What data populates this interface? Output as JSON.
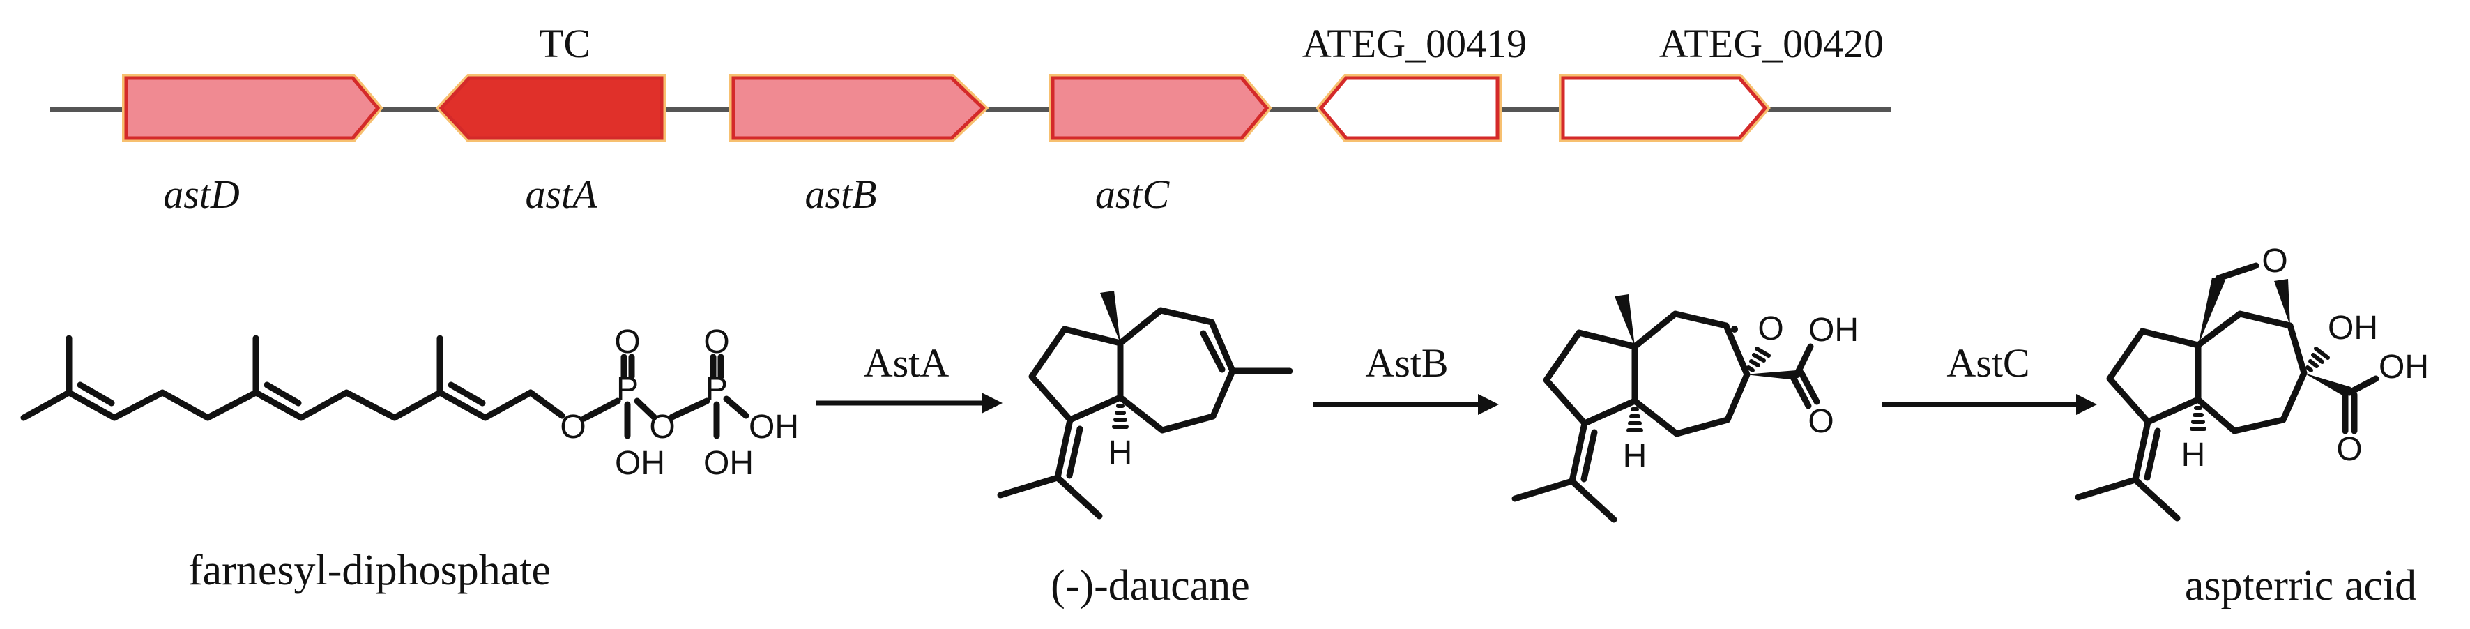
{
  "gene_cluster": {
    "genes": [
      {
        "name": "astD",
        "label_above": "",
        "direction": "forward",
        "fill": "#f08a92"
      },
      {
        "name": "astA",
        "label_above": "TC",
        "direction": "reverse",
        "fill": "#e0302a"
      },
      {
        "name": "astB",
        "label_above": "",
        "direction": "forward",
        "fill": "#f08a92"
      },
      {
        "name": "astC",
        "label_above": "",
        "direction": "forward",
        "fill": "#f08a92"
      },
      {
        "name": "",
        "label_above": "ATEG_00419",
        "direction": "reverse",
        "fill": "#ffffff"
      },
      {
        "name": "",
        "label_above": "ATEG_00420",
        "direction": "forward",
        "fill": "#ffffff"
      }
    ],
    "outline_color": "#d42a2a",
    "glow_color": "#f7c070"
  },
  "pathway": {
    "compounds": [
      "farnesyl-diphosphate",
      "(-)-daucane",
      "aspterric acid"
    ],
    "enzymes": [
      "AstA",
      "AstB",
      "AstC"
    ],
    "fpp_atoms": [
      "O",
      "P",
      "O",
      "OH",
      "O",
      "P",
      "O",
      "OH",
      "OH"
    ],
    "daucane_atoms": [
      "H"
    ],
    "epoxide_atoms": [
      "H",
      "O",
      "OH",
      "O"
    ],
    "aspterric_atoms": [
      "H",
      "O",
      "OH",
      "OH",
      "O"
    ]
  }
}
